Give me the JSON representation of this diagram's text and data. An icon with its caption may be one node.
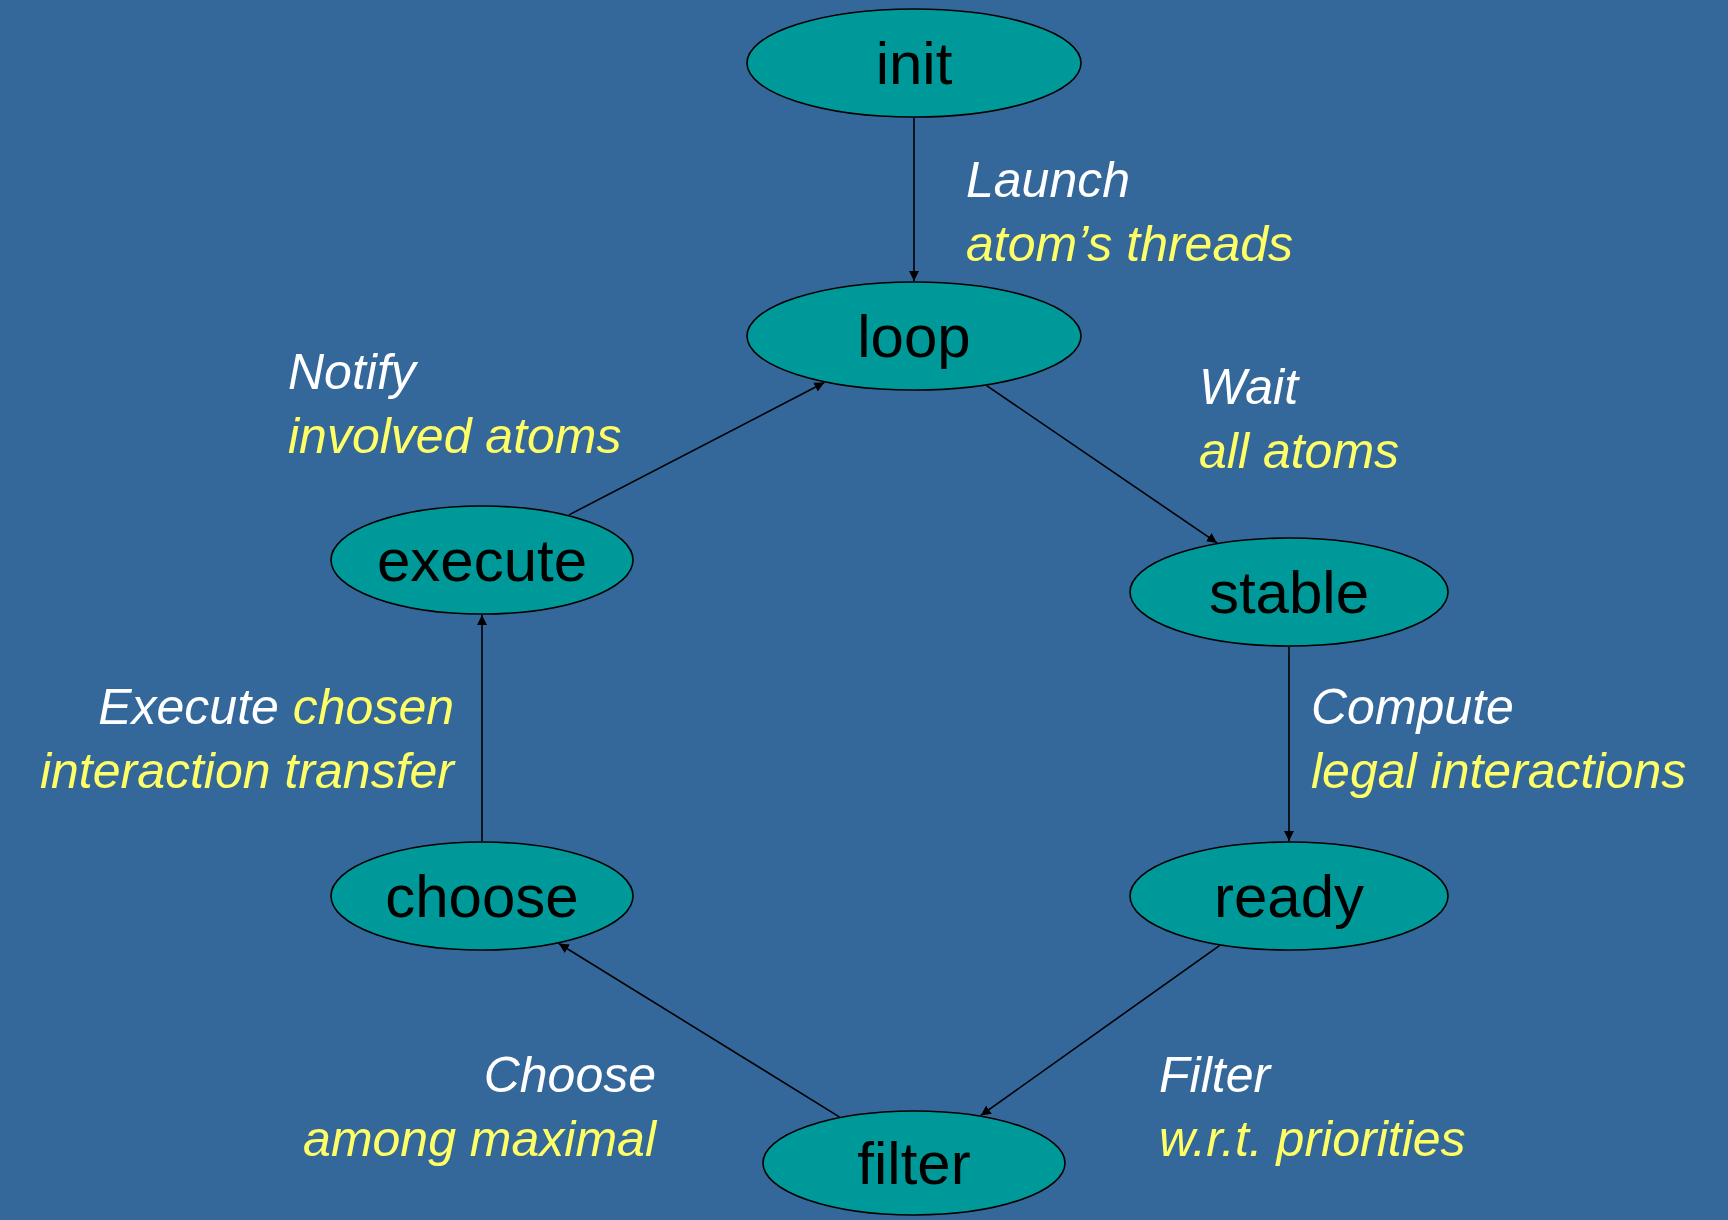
{
  "diagram": {
    "nodes": [
      {
        "text": [
          "init"
        ]
      },
      {
        "text": [
          "loop"
        ]
      },
      {
        "text": [
          "execute"
        ]
      },
      {
        "text": [
          "stable"
        ]
      },
      {
        "text": [
          "choose"
        ]
      },
      {
        "text": [
          "ready"
        ]
      },
      {
        "text": [
          "filter"
        ]
      }
    ],
    "edges": [
      {
        "from": 0,
        "to": 1,
        "arrow": "to",
        "label": "Launch atom’s threads"
      },
      {
        "from": 1,
        "to": 3,
        "arrow": "to",
        "label": "Wait all atoms"
      },
      {
        "from": 3,
        "to": 5,
        "arrow": "to",
        "label": "Compute legal interactions"
      },
      {
        "from": 5,
        "to": 6,
        "arrow": "to",
        "label": "Filter w.r.t. priorities"
      },
      {
        "from": 6,
        "to": 4,
        "arrow": "to",
        "label": "Choose among maximal"
      },
      {
        "from": 4,
        "to": 2,
        "arrow": "to",
        "label": "Execute chosen interaction transfer"
      },
      {
        "from": 2,
        "to": 1,
        "arrow": "to",
        "label": "Notify involved atoms"
      }
    ]
  }
}
